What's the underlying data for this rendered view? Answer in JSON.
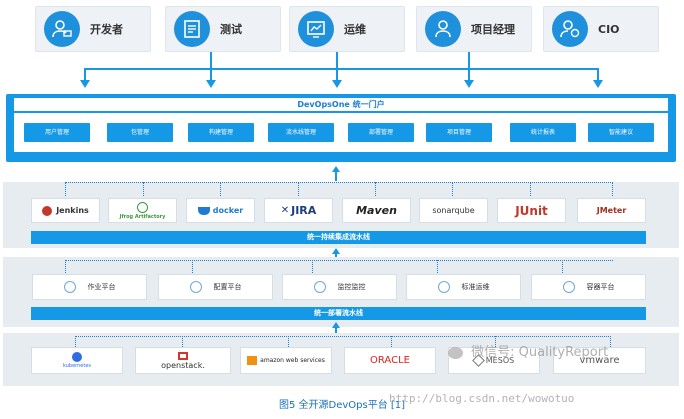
{
  "roles": [
    {
      "label": "开发者",
      "icon": "developer-icon"
    },
    {
      "label": "测试",
      "icon": "testing-icon"
    },
    {
      "label": "运维",
      "icon": "operations-icon"
    },
    {
      "label": "项目经理",
      "icon": "project-manager-icon"
    },
    {
      "label": "CIO",
      "icon": "cio-icon"
    }
  ],
  "portal": {
    "title": "DevOpsOne 统一门户",
    "modules": [
      "用户管理",
      "包管理",
      "构建管理",
      "流水线管理",
      "部署管理",
      "项目管理",
      "统计报表",
      "智能建议"
    ]
  },
  "tools": [
    "Jenkins",
    "Jfrog Artifactory",
    "docker",
    "JIRA",
    "Maven",
    "sonarqube",
    "JUnit",
    "JMeter"
  ],
  "ci_pipeline_label": "统一持续集成流水线",
  "platforms": [
    "作业平台",
    "配置平台",
    "监控监控",
    "标准运维",
    "容器平台"
  ],
  "deploy_pipeline_label": "统一部署流水线",
  "infrastructure": [
    "kubernetes",
    "openstack.",
    "amazon web services",
    "ORACLE",
    "MESOS",
    "vmware"
  ],
  "caption": "图5 全开源DevOps平台 [1]",
  "watermarks": {
    "wechat": "微信号: QualityReport",
    "blog": "http://blog.csdn.net/wowotuo"
  },
  "colors": {
    "accent": "#1598e6",
    "band": "#e7ecf1",
    "caption": "#1a6fbf"
  }
}
